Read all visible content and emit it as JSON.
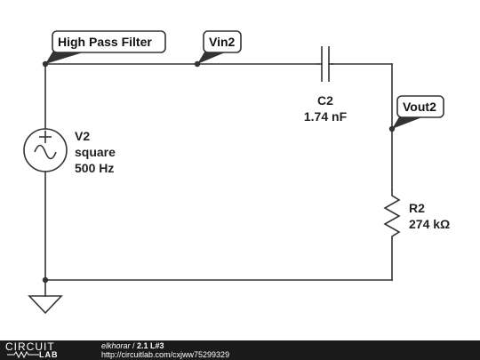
{
  "diagram": {
    "net_labels": {
      "top_left": "High Pass Filter",
      "top_mid": "Vin2",
      "right": "Vout2"
    },
    "source": {
      "name": "V2",
      "type": "square",
      "frequency": "500 Hz"
    },
    "capacitor": {
      "name": "C2",
      "value": "1.74 nF"
    },
    "resistor": {
      "name": "R2",
      "value": "274 kΩ"
    }
  },
  "footer": {
    "logo_top": "CIRCUIT",
    "logo_bottom": "LAB",
    "author": "elkhorar",
    "separator": " / ",
    "circuit_title": "2.1 L#3",
    "url": "http://circuitlab.com/cxjww75299329"
  }
}
